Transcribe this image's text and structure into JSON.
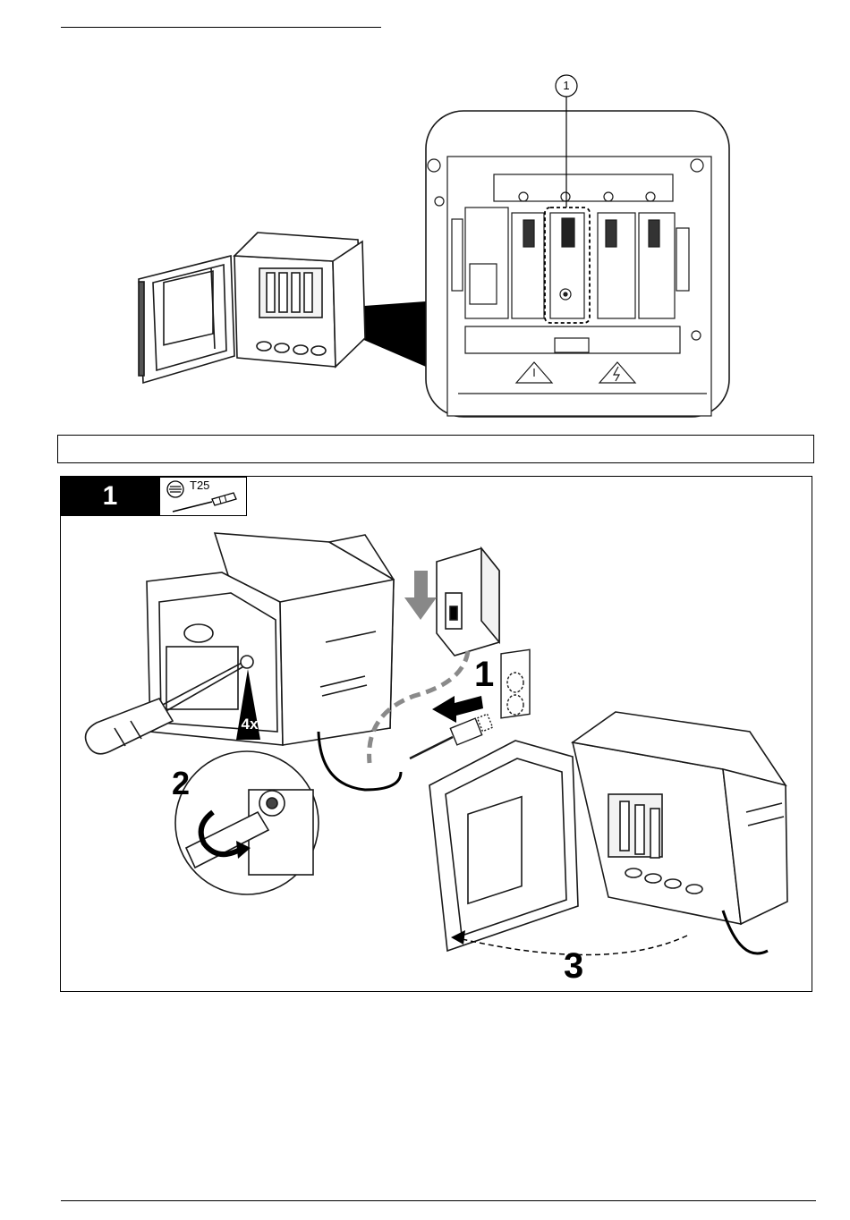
{
  "figure_top": {
    "callout_1": "1"
  },
  "step": {
    "number": "1",
    "tool_label": "T25",
    "screw_count": "4x",
    "sub_step_1": "1",
    "sub_step_2": "2",
    "sub_step_3": "3"
  },
  "colors": {
    "line": "#1a1a1a",
    "grey": "#8a8a8a",
    "badge": "#000000"
  }
}
